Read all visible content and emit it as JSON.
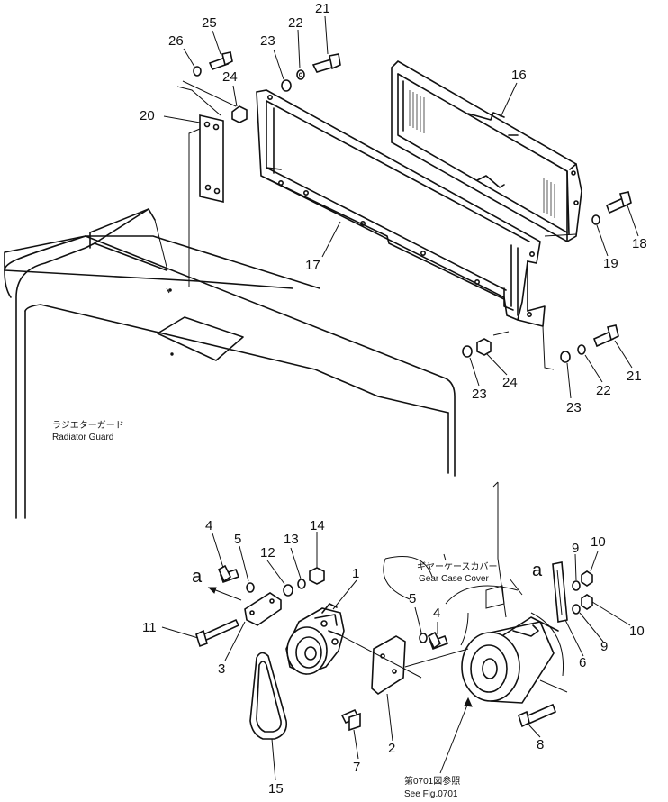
{
  "colors": {
    "ink": "#111111",
    "paper": "#ffffff"
  },
  "callouts": [
    {
      "id": "c21a",
      "text": "21"
    },
    {
      "id": "c22a",
      "text": "22"
    },
    {
      "id": "c25",
      "text": "25"
    },
    {
      "id": "c26",
      "text": "26"
    },
    {
      "id": "c23a",
      "text": "23"
    },
    {
      "id": "c24a",
      "text": "24"
    },
    {
      "id": "c16",
      "text": "16"
    },
    {
      "id": "c20",
      "text": "20"
    },
    {
      "id": "c17",
      "text": "17"
    },
    {
      "id": "c18",
      "text": "18"
    },
    {
      "id": "c19",
      "text": "19"
    },
    {
      "id": "c21b",
      "text": "21"
    },
    {
      "id": "c22b",
      "text": "22"
    },
    {
      "id": "c23b",
      "text": "23"
    },
    {
      "id": "c24b",
      "text": "24"
    },
    {
      "id": "c23c",
      "text": "23"
    },
    {
      "id": "c4a",
      "text": "4"
    },
    {
      "id": "c5a",
      "text": "5"
    },
    {
      "id": "c14",
      "text": "14"
    },
    {
      "id": "c12",
      "text": "12"
    },
    {
      "id": "c13",
      "text": "13"
    },
    {
      "id": "c1",
      "text": "1"
    },
    {
      "id": "ca1",
      "text": "a"
    },
    {
      "id": "c11",
      "text": "11"
    },
    {
      "id": "c3",
      "text": "3"
    },
    {
      "id": "c5b",
      "text": "5"
    },
    {
      "id": "c4b",
      "text": "4"
    },
    {
      "id": "c9a",
      "text": "9"
    },
    {
      "id": "c10a",
      "text": "10"
    },
    {
      "id": "ca2",
      "text": "a"
    },
    {
      "id": "c10b",
      "text": "10"
    },
    {
      "id": "c9b",
      "text": "9"
    },
    {
      "id": "c6",
      "text": "6"
    },
    {
      "id": "c2",
      "text": "2"
    },
    {
      "id": "c7",
      "text": "7"
    },
    {
      "id": "c8",
      "text": "8"
    },
    {
      "id": "c15",
      "text": "15"
    }
  ],
  "captions": {
    "radiator_guard_jp": "ラジエターガード",
    "radiator_guard_en": "Radiator Guard",
    "gear_case_cover_jp": "ギヤーケースカバー",
    "gear_case_cover_en": "Gear Case Cover",
    "see_fig_jp": "第0701図参照",
    "see_fig_en": "See Fig.0701"
  }
}
